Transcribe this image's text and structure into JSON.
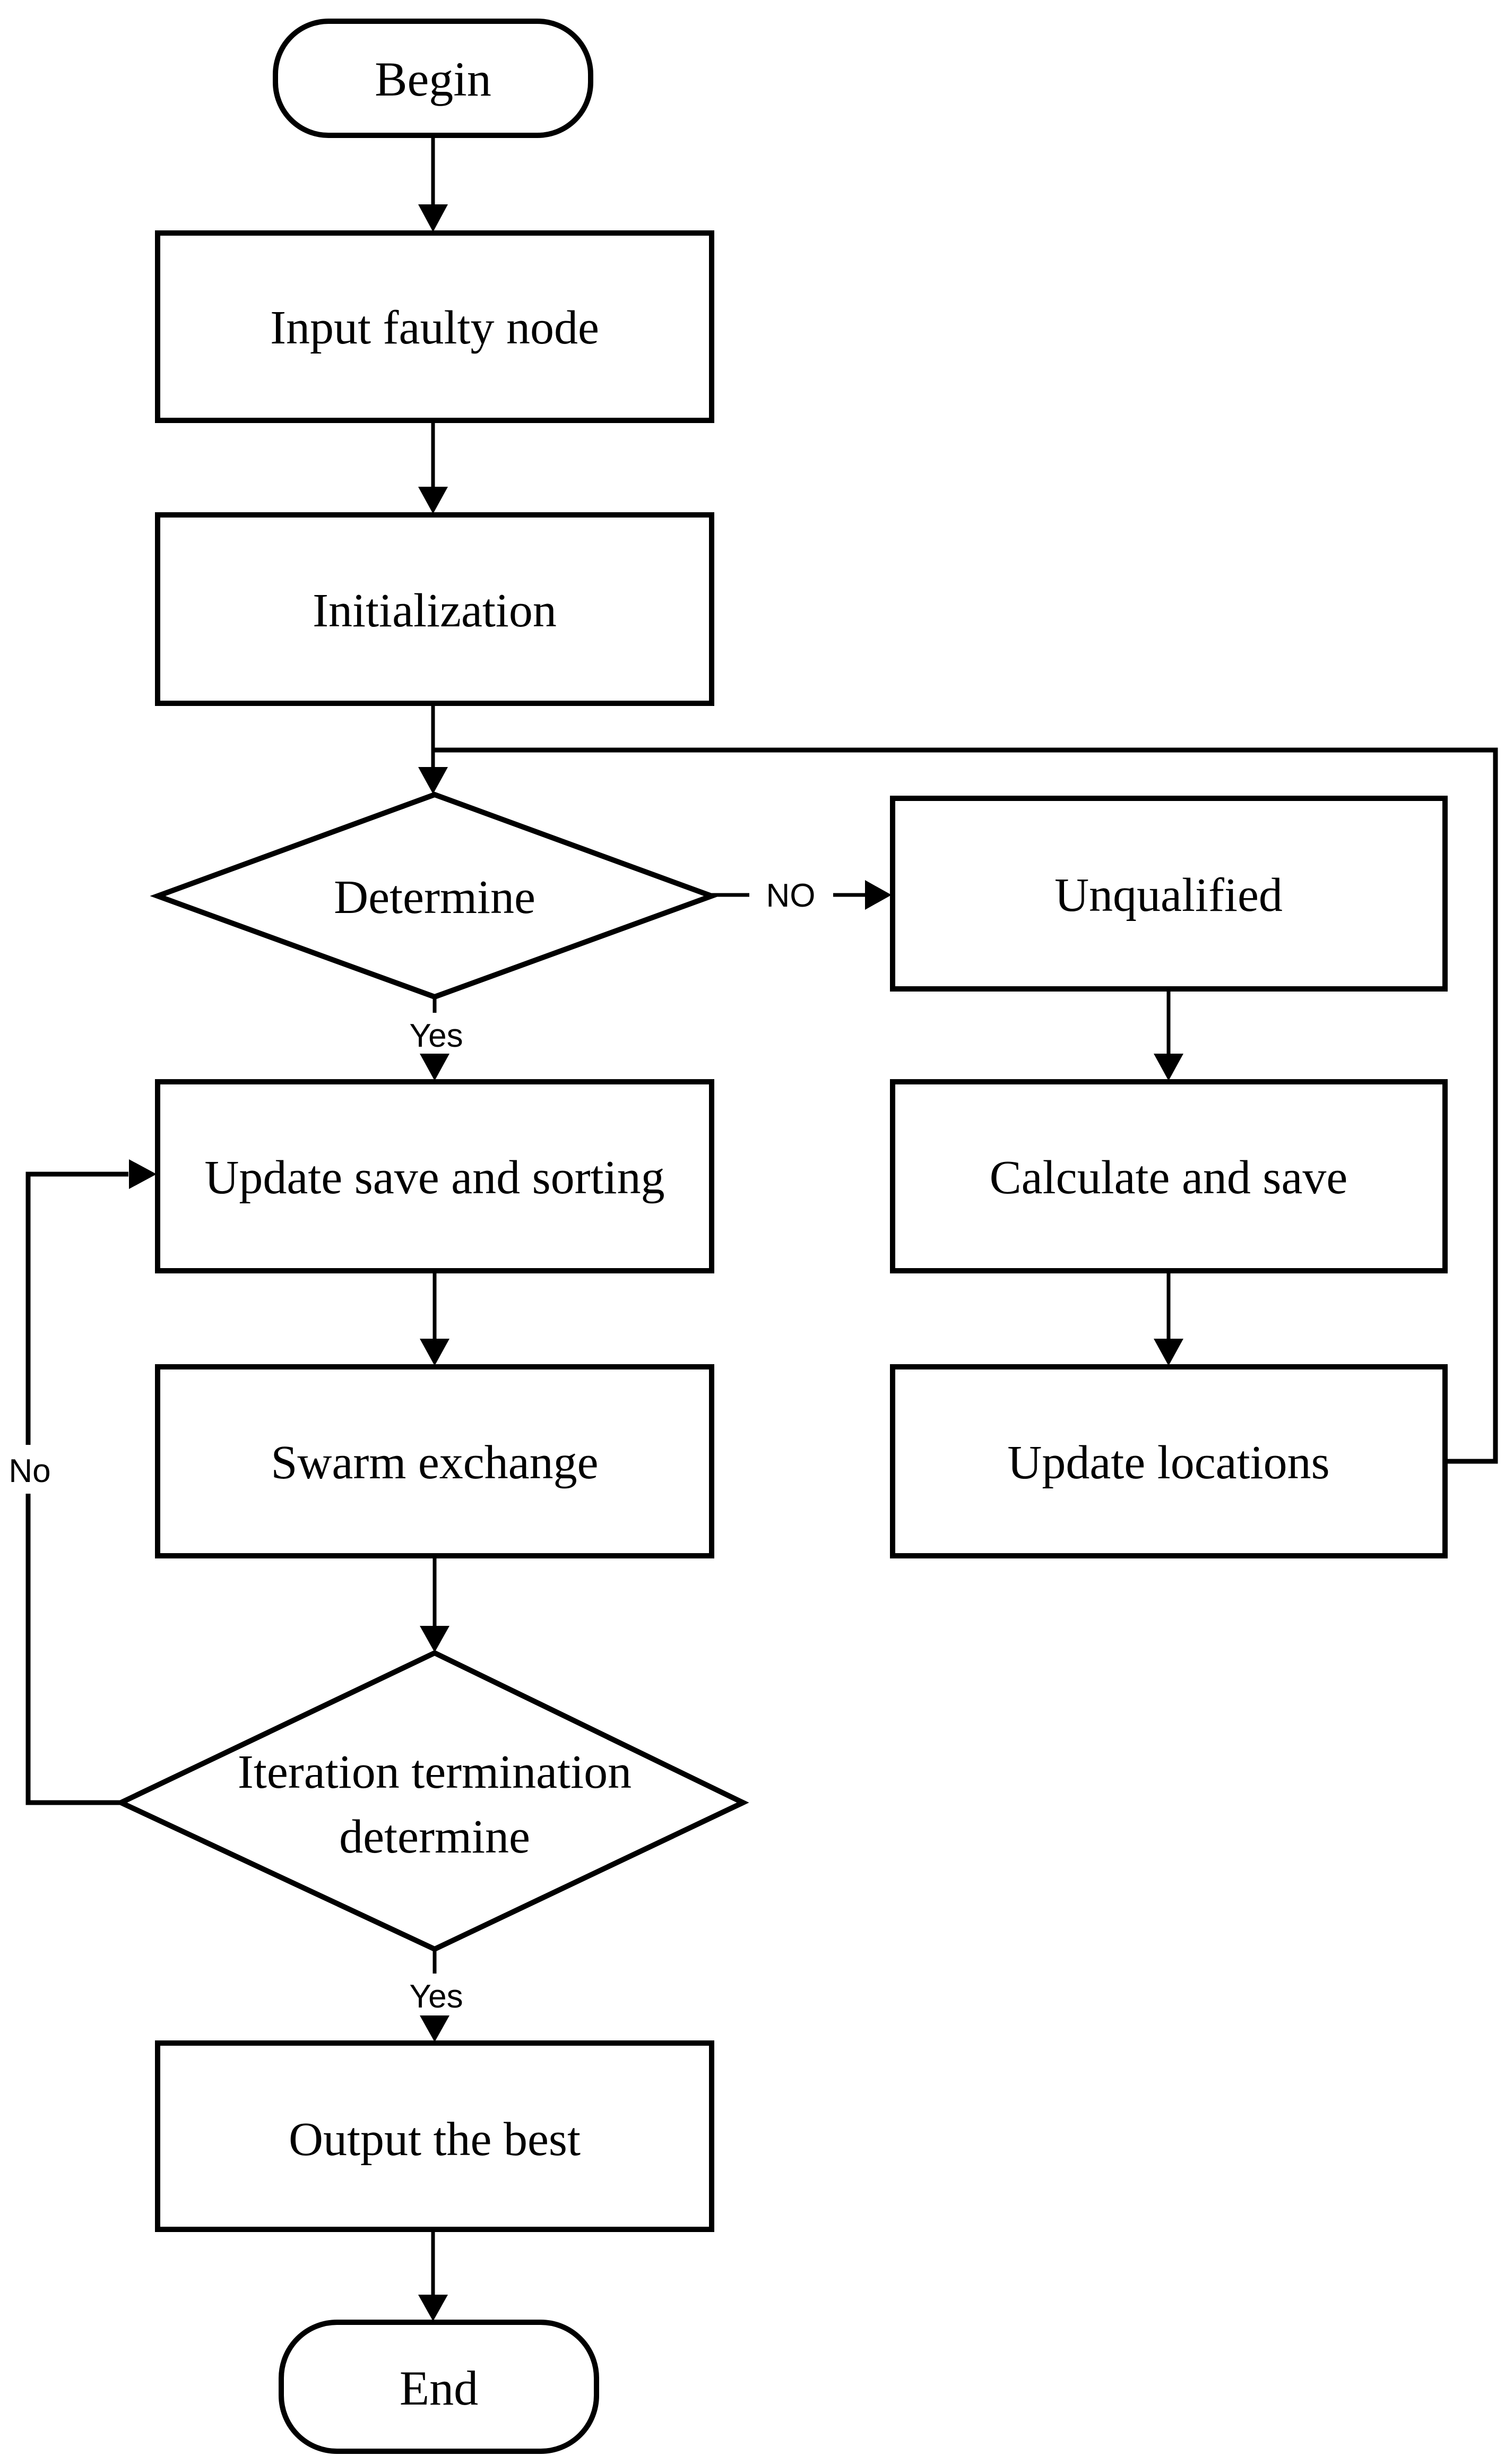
{
  "page": {
    "background": "#ffffff"
  },
  "diagram": {
    "stroke_color": "#000000",
    "text_color": "#000000",
    "nodes": {
      "begin": {
        "label": "Begin",
        "shape": "terminator"
      },
      "input_faulty_node": {
        "label": "Input faulty node",
        "shape": "process"
      },
      "initialization": {
        "label": "Initialization",
        "shape": "process"
      },
      "determine": {
        "label": "Determine",
        "shape": "decision"
      },
      "unqualified": {
        "label": "Unqualified",
        "shape": "process"
      },
      "calculate_and_save": {
        "label": "Calculate and save",
        "shape": "process"
      },
      "update_locations": {
        "label": "Update locations",
        "shape": "process"
      },
      "update_save_and_sorting": {
        "label": "Update save and sorting",
        "shape": "process"
      },
      "swarm_exchange": {
        "label": "Swarm exchange",
        "shape": "process"
      },
      "iteration_termination_determine": {
        "line1": "Iteration termination",
        "line2": "determine",
        "shape": "decision"
      },
      "output_the_best": {
        "label": "Output the best",
        "shape": "process"
      },
      "end": {
        "label": "End",
        "shape": "terminator"
      }
    },
    "edge_labels": {
      "determine_no": "NO",
      "determine_yes": "Yes",
      "iteration_no": "No",
      "iteration_yes": "Yes"
    }
  }
}
